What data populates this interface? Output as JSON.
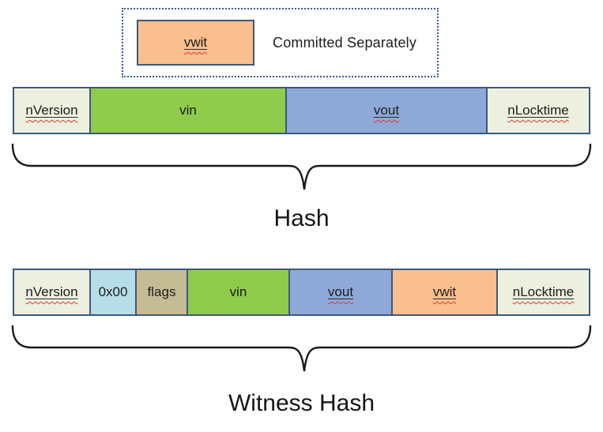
{
  "legend": {
    "item_label": "vwit",
    "caption": "Committed Separately",
    "item_color": "#fabf8f"
  },
  "hash_row": {
    "caption": "Hash",
    "segments": [
      {
        "label": "nVersion",
        "color": "#edf0df",
        "misspelled": true
      },
      {
        "label": "vin",
        "color": "#90cc4c",
        "misspelled": false
      },
      {
        "label": "vout",
        "color": "#8ea9d8",
        "misspelled": true
      },
      {
        "label": "nLocktime",
        "color": "#edf0df",
        "misspelled": true
      }
    ]
  },
  "witness_row": {
    "caption": "Witness Hash",
    "segments": [
      {
        "label": "nVersion",
        "color": "#edf0df",
        "misspelled": true
      },
      {
        "label": "0x00",
        "color": "#b6dde8",
        "misspelled": false
      },
      {
        "label": "flags",
        "color": "#c5bc96",
        "misspelled": false
      },
      {
        "label": "vin",
        "color": "#90cc4c",
        "misspelled": false
      },
      {
        "label": "vout",
        "color": "#8ea9d8",
        "misspelled": true
      },
      {
        "label": "vwit",
        "color": "#fabf8f",
        "misspelled": true
      },
      {
        "label": "nLocktime",
        "color": "#edf0df",
        "misspelled": true
      }
    ]
  },
  "colors": {
    "box_border": "#3e5879",
    "dotted_border": "#3a5894",
    "squiggle": "#dd3b2f",
    "text": "#1c1c1c"
  }
}
